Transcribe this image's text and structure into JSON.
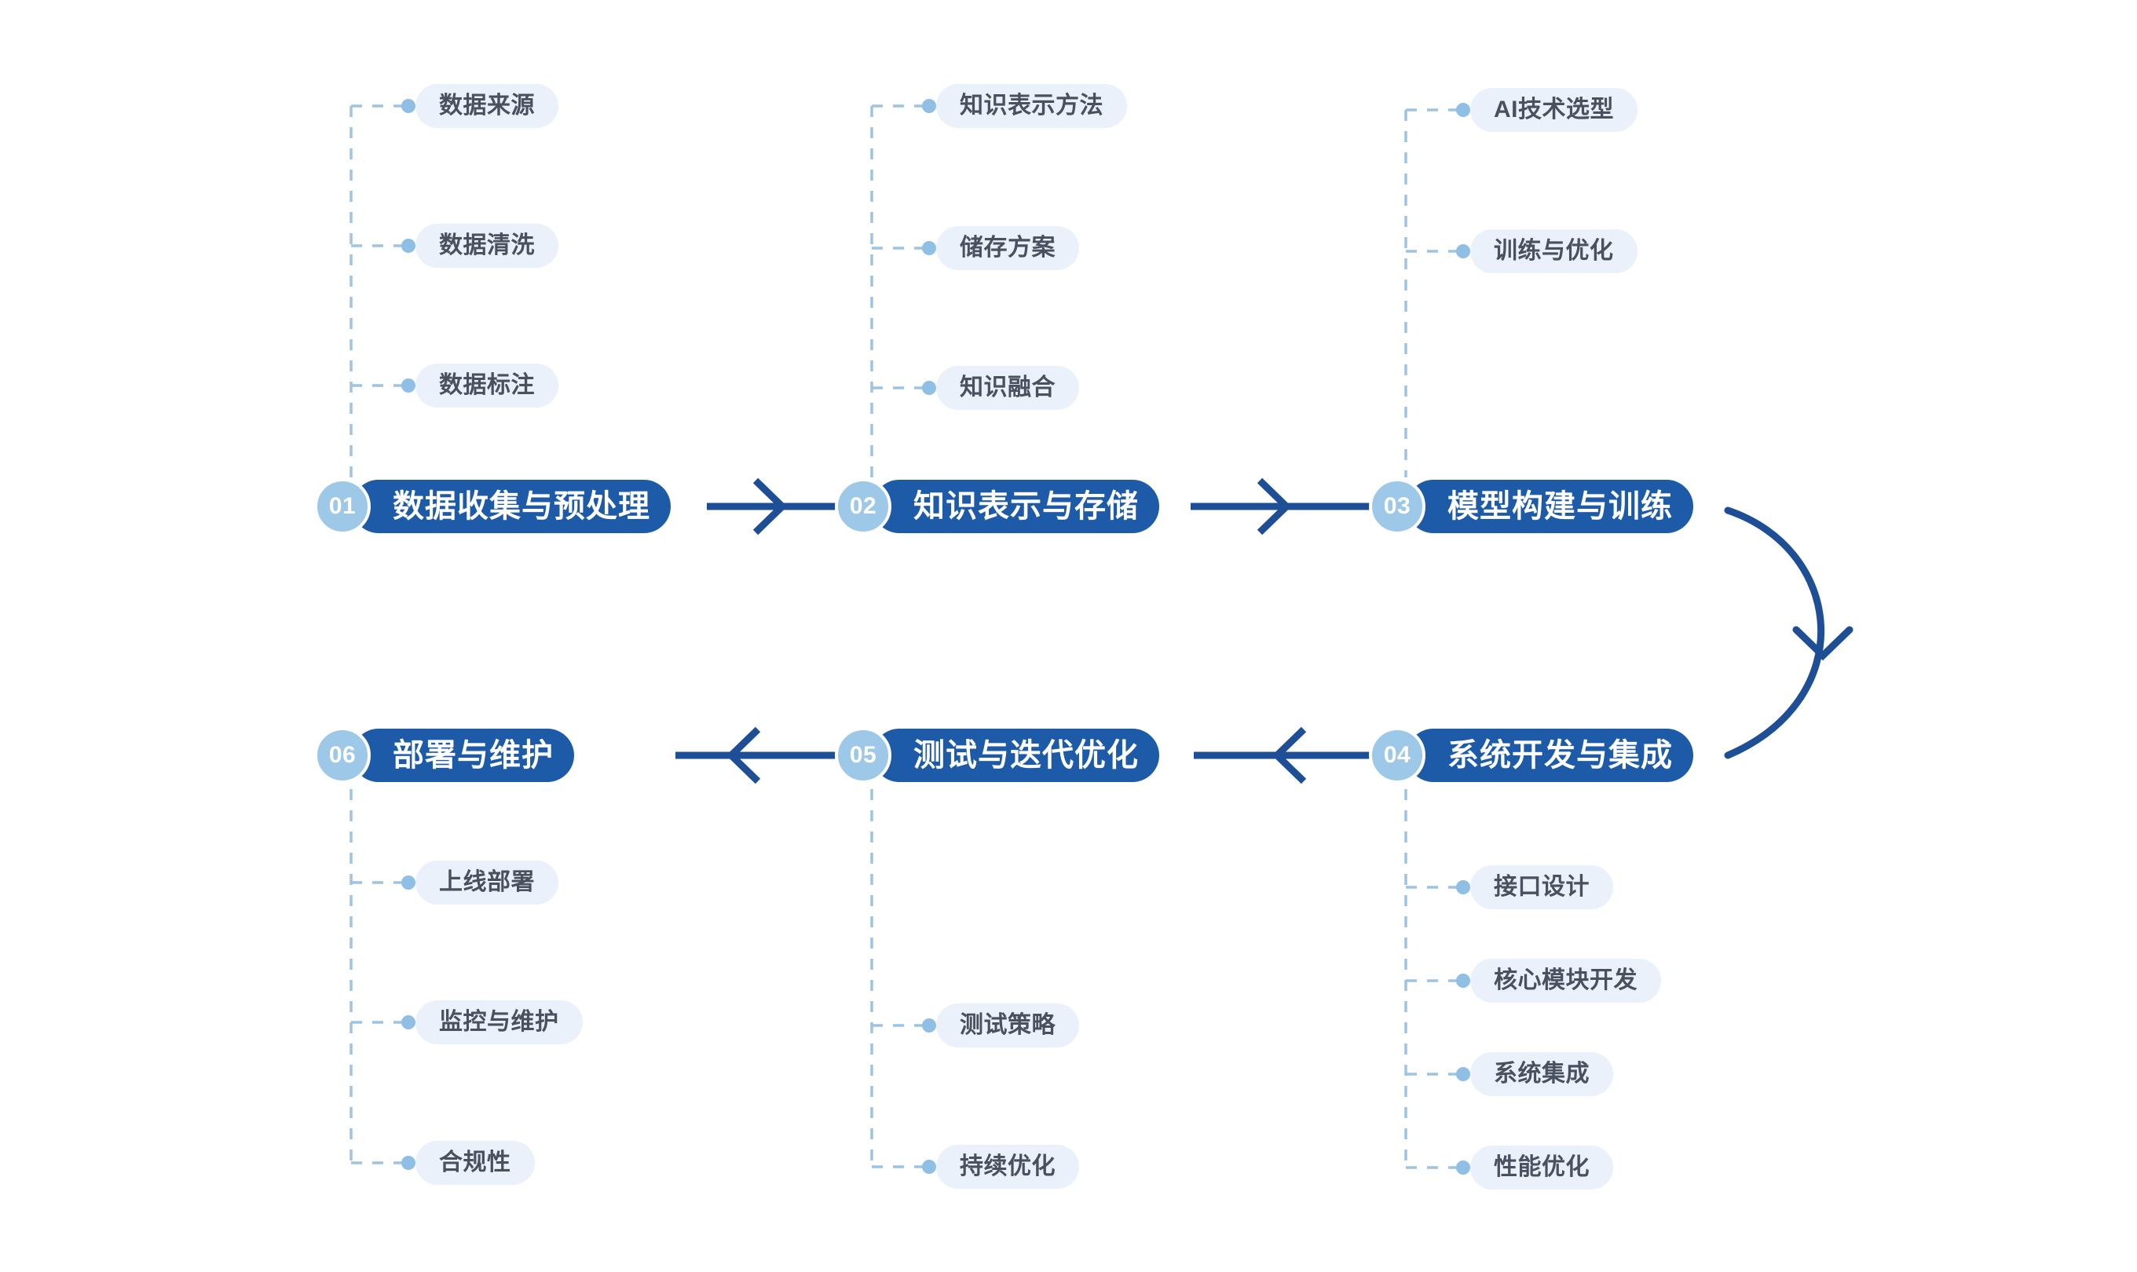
{
  "colors": {
    "stage_bar": "#1d5aa8",
    "stage_badge": "#9dc8e8",
    "sub_pill_bg": "#eaf1fa",
    "sub_pill_text": "#49505e",
    "dashed_line": "#9ec4e3",
    "dot": "#8fbfe4",
    "arrow": "#1d4e96",
    "background": "#ffffff"
  },
  "diagram": {
    "type": "process-flowchart",
    "direction": "serpentine-right-then-left",
    "stages": [
      {
        "number": "01",
        "title": "数据收集与预处理",
        "sub_position": "above",
        "sub_items": [
          {
            "label": "数据来源"
          },
          {
            "label": "数据清洗"
          },
          {
            "label": "数据标注"
          }
        ]
      },
      {
        "number": "02",
        "title": "知识表示与存储",
        "sub_position": "above",
        "sub_items": [
          {
            "label": "知识表示方法"
          },
          {
            "label": "储存方案"
          },
          {
            "label": "知识融合"
          }
        ]
      },
      {
        "number": "03",
        "title": "模型构建与训练",
        "sub_position": "above",
        "sub_items": [
          {
            "label": "AI技术选型"
          },
          {
            "label": "训练与优化"
          }
        ]
      },
      {
        "number": "04",
        "title": "系统开发与集成",
        "sub_position": "below",
        "sub_items": [
          {
            "label": "接口设计"
          },
          {
            "label": "核心模块开发"
          },
          {
            "label": "系统集成"
          },
          {
            "label": "性能优化"
          }
        ]
      },
      {
        "number": "05",
        "title": "测试与迭代优化",
        "sub_position": "below",
        "sub_items": [
          {
            "label": "测试策略"
          },
          {
            "label": "持续优化"
          }
        ]
      },
      {
        "number": "06",
        "title": "部署与维护",
        "sub_position": "below",
        "sub_items": [
          {
            "label": "上线部署"
          },
          {
            "label": "监控与维护"
          },
          {
            "label": "合规性"
          }
        ]
      }
    ],
    "connectors": [
      {
        "from": "01",
        "to": "02",
        "style": "straight-right"
      },
      {
        "from": "02",
        "to": "03",
        "style": "straight-right"
      },
      {
        "from": "03",
        "to": "04",
        "style": "curved-down"
      },
      {
        "from": "04",
        "to": "05",
        "style": "straight-left"
      },
      {
        "from": "05",
        "to": "06",
        "style": "straight-left"
      }
    ]
  }
}
